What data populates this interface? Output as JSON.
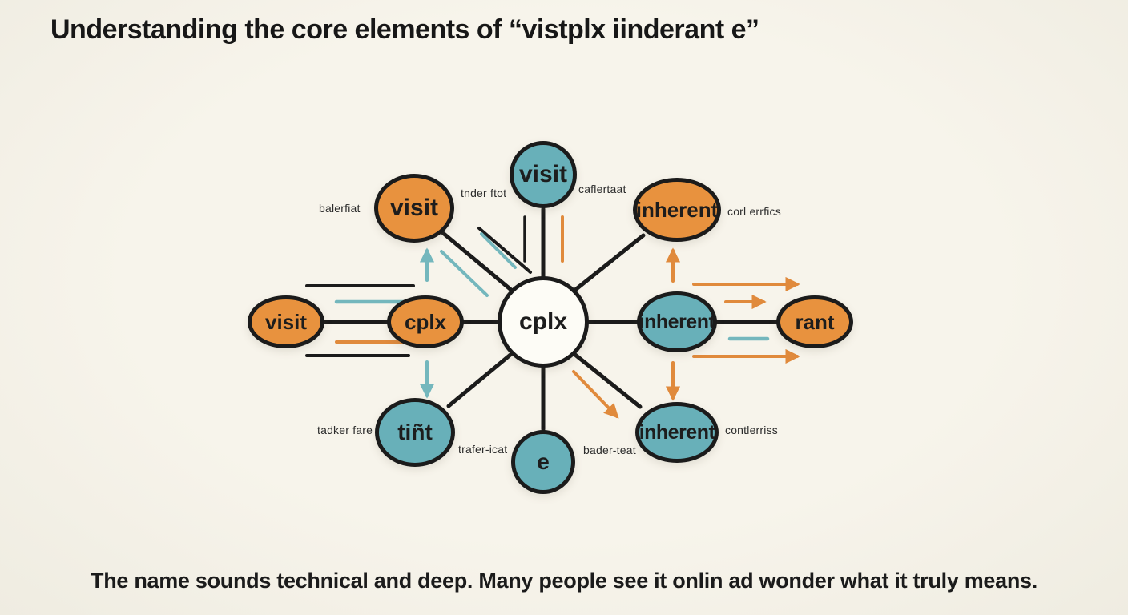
{
  "title": "Understanding the core elements of “vistplx iinderant e”",
  "caption": "The name sounds technical and deep. Many people see it onlin ad wonder what it truly means.",
  "colors": {
    "background": "#f5f2e8",
    "node_orange": "#e8923e",
    "node_teal": "#68b0b9",
    "node_white": "#fdfcf6",
    "line_black": "#1b1b1b",
    "arrow_orange": "#e08a3c",
    "arrow_teal": "#74b7bd"
  },
  "diagram": {
    "nodes": [
      {
        "id": "top-visit",
        "label": "visit",
        "color": "teal"
      },
      {
        "id": "top-left-visit",
        "label": "visit",
        "color": "orange"
      },
      {
        "id": "top-right-inherent",
        "label": "inherent",
        "color": "orange"
      },
      {
        "id": "far-left-visit",
        "label": "visit",
        "color": "orange"
      },
      {
        "id": "mid-left-cplx",
        "label": "cplx",
        "color": "orange"
      },
      {
        "id": "center-cplx",
        "label": "cplx",
        "color": "white"
      },
      {
        "id": "mid-right-inherent",
        "label": "inherent",
        "color": "teal"
      },
      {
        "id": "far-right-rant",
        "label": "rant",
        "color": "orange"
      },
      {
        "id": "bottom-left-tint",
        "label": "tiñt",
        "color": "teal"
      },
      {
        "id": "bottom-e",
        "label": "e",
        "color": "teal"
      },
      {
        "id": "bottom-right-inherent",
        "label": "inherent",
        "color": "teal"
      }
    ],
    "annotations": [
      {
        "text": "balerfiat"
      },
      {
        "text": "tnder ftot"
      },
      {
        "text": "caflertaat"
      },
      {
        "text": "corl errfics"
      },
      {
        "text": "tadker fare"
      },
      {
        "text": "trafer-icat"
      },
      {
        "text": "bader-teat"
      },
      {
        "text": "contlerriss"
      }
    ]
  }
}
